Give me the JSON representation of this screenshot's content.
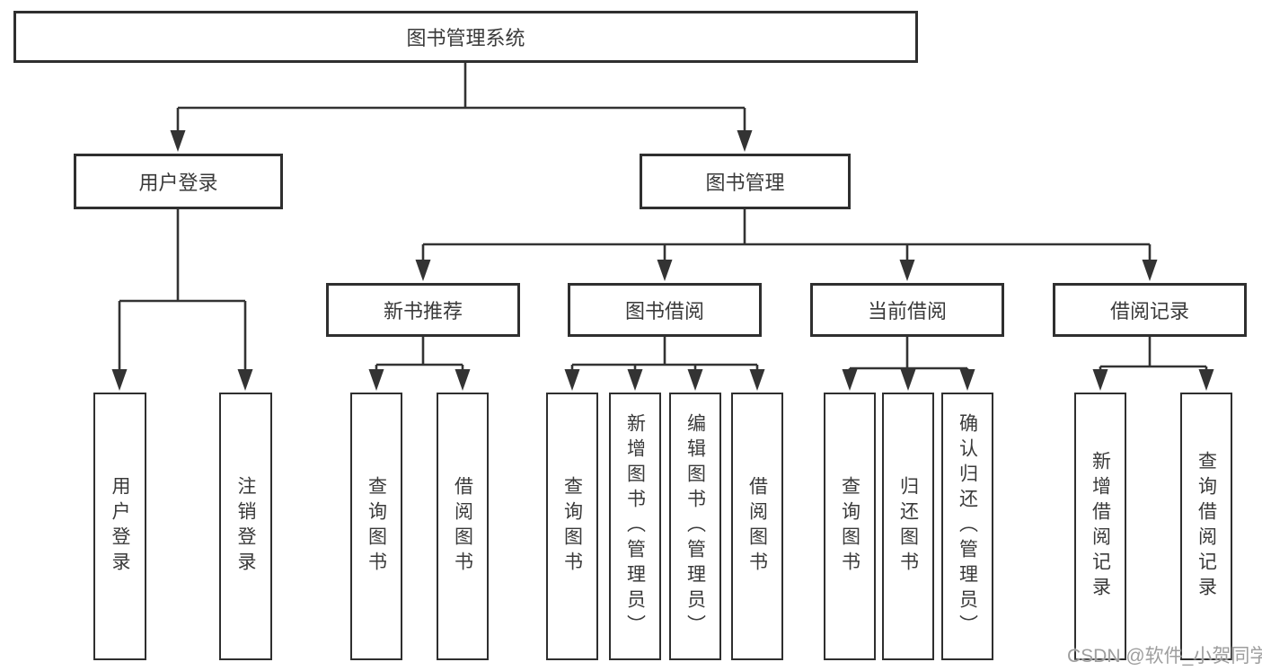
{
  "diagram": {
    "type": "hierarchy-tree",
    "orientation": "top-down",
    "colors": {
      "background": "#ffffff",
      "line": "#333333",
      "box_border": "#2f2f2f",
      "box_fill": "#ffffff",
      "text": "#3a3a3a",
      "watermark_text": "#9e9e9e"
    },
    "tree": {
      "root": {
        "label": "图书管理系统"
      },
      "level2": [
        {
          "label": "用户登录",
          "children": [
            {
              "label": "用户登录"
            },
            {
              "label": "注销登录"
            }
          ]
        },
        {
          "label": "图书管理",
          "children": [
            {
              "label": "新书推荐",
              "children": [
                {
                  "label": "查询图书"
                },
                {
                  "label": "借阅图书"
                }
              ]
            },
            {
              "label": "图书借阅",
              "children": [
                {
                  "label": "查询图书"
                },
                {
                  "label": "新增图书（管理员）"
                },
                {
                  "label": "编辑图书（管理员）"
                },
                {
                  "label": "借阅图书"
                }
              ]
            },
            {
              "label": "当前借阅",
              "children": [
                {
                  "label": "查询图书"
                },
                {
                  "label": "归还图书"
                },
                {
                  "label": "确认归还（管理员）"
                }
              ]
            },
            {
              "label": "借阅记录",
              "children": [
                {
                  "label": "新增借阅记录"
                },
                {
                  "label": "查询借阅记录"
                }
              ]
            }
          ]
        }
      ]
    },
    "watermark": {
      "text": "CSDN @软件_小贺同学"
    }
  }
}
